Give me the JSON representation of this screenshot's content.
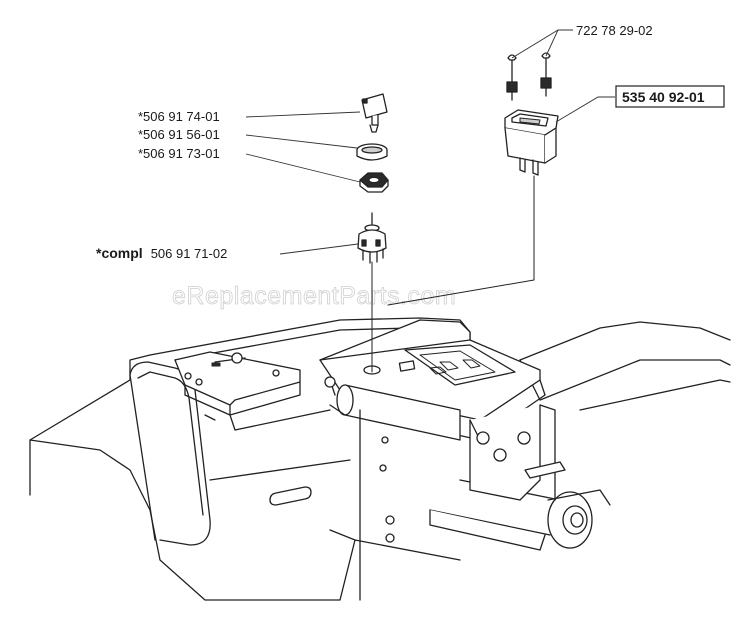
{
  "watermark": "eReplacementParts.com",
  "callouts": {
    "bolts": "722 78 29-02",
    "switch": "535 40 92-01",
    "key": "*506 91 74-01",
    "cap": "*506 91 56-01",
    "nut": "*506 91 73-01",
    "ignition_prefix": "*compl",
    "ignition_number": "506 91 71-02"
  },
  "colors": {
    "line": "#222222",
    "watermark": "#cfcfcf"
  }
}
